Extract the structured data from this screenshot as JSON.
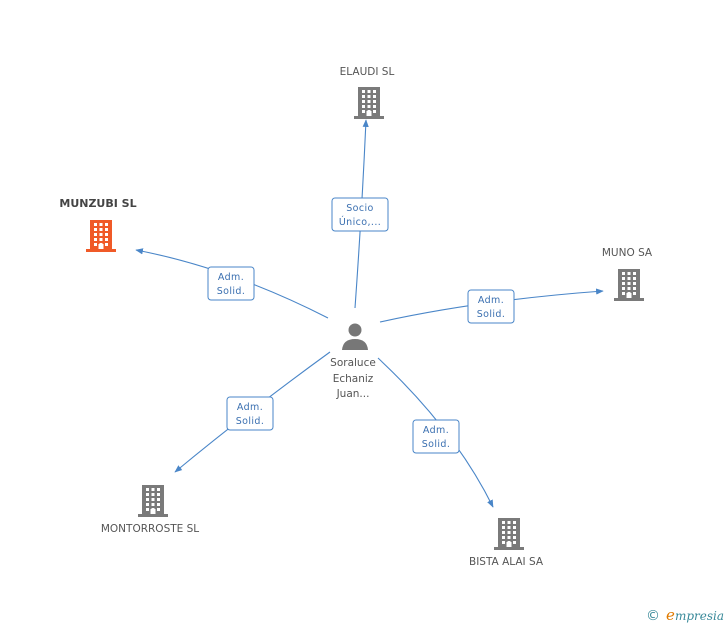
{
  "person": {
    "lines": [
      "Soraluce",
      "Echaniz",
      "Juan..."
    ],
    "icon": "person-icon"
  },
  "companies": [
    {
      "id": "elaudi",
      "name": "ELAUDI SL",
      "color": "#7a7a7a",
      "highlight": false
    },
    {
      "id": "munzubi",
      "name": "MUNZUBI SL",
      "color": "#f05a28",
      "highlight": true
    },
    {
      "id": "muno",
      "name": "MUNO SA",
      "color": "#7a7a7a",
      "highlight": false
    },
    {
      "id": "montorroste",
      "name": "MONTORROSTE SL",
      "color": "#7a7a7a",
      "highlight": false
    },
    {
      "id": "bista",
      "name": "BISTA ALAI SA",
      "color": "#7a7a7a",
      "highlight": false
    }
  ],
  "relations": [
    {
      "to": "elaudi",
      "lines": [
        "Socio",
        "Único,..."
      ]
    },
    {
      "to": "munzubi",
      "lines": [
        "Adm.",
        "Solid."
      ]
    },
    {
      "to": "muno",
      "lines": [
        "Adm.",
        "Solid."
      ]
    },
    {
      "to": "montorroste",
      "lines": [
        "Adm.",
        "Solid."
      ]
    },
    {
      "to": "bista",
      "lines": [
        "Adm.",
        "Solid."
      ]
    }
  ],
  "colors": {
    "edge": "#4a86c8",
    "building": "#7a7a7a",
    "highlight": "#f05a28",
    "person": "#777777"
  },
  "brand": {
    "copyright": "©",
    "e": "e",
    "rest": "mpresia"
  }
}
